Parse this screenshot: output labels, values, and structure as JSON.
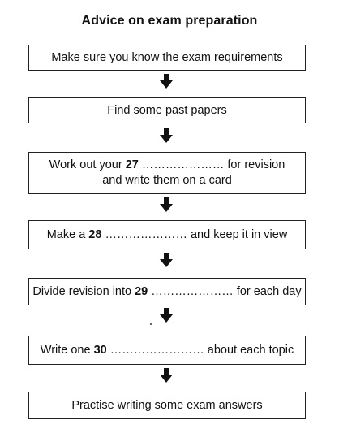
{
  "title": "Advice on exam preparation",
  "steps": [
    {
      "text": "Make sure you know the exam requirements"
    },
    {
      "text": "Find some past papers"
    },
    {
      "line1_before": "Work out your ",
      "gap_number": "27",
      "line1_after": " ………………… for revision",
      "line2": "and write them on a card"
    },
    {
      "before": "Make a ",
      "gap_number": "28",
      "after": " ………………… and keep it in view"
    },
    {
      "before": "Divide revision into ",
      "gap_number": "29",
      "after": " ………………… for each day"
    },
    {
      "before": "Write one ",
      "gap_number": "30",
      "after": " …………………… about each topic"
    },
    {
      "text": "Practise writing some exam answers"
    }
  ],
  "arrow_icon": "down-arrow-icon",
  "colors": {
    "border": "#222222",
    "arrow": "#111111",
    "text": "#111111"
  }
}
